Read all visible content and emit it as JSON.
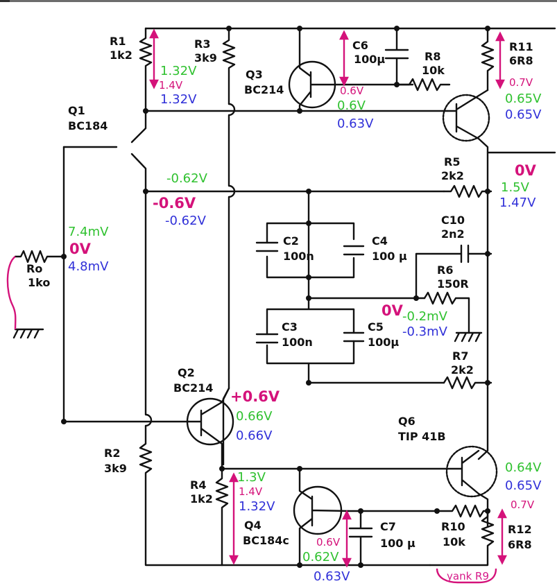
{
  "colors": {
    "wire": "#111111",
    "green": "#2fc12f",
    "blue": "#3030d8",
    "magenta": "#d4127a",
    "accent_magenta": "#d61a8a"
  },
  "components": {
    "r1_ref": "R1",
    "r1_val": "1k2",
    "r3_ref": "R3",
    "r3_val": "3k9",
    "q3_ref": "Q3",
    "q3_type": "BC214",
    "c6_ref": "C6",
    "c6_val": "100µ",
    "r8_ref": "R8",
    "r8_val": "10k",
    "r11_ref": "R11",
    "r11_val": "6R8",
    "q1_ref": "Q1",
    "q1_type": "BC184",
    "r5_ref": "R5",
    "r5_val": "2k2",
    "c10_ref": "C10",
    "c10_val": "2n2",
    "c2_ref": "C2",
    "c2_val": "100n",
    "c4_ref": "C4",
    "c4_val": "100 µ",
    "r6_ref": "R6",
    "r6_val": "150R",
    "ro_ref": "Ro",
    "ro_val": "1ko",
    "c3_ref": "C3",
    "c3_val": "100n",
    "c5_ref": "C5",
    "c5_val": "100µ",
    "r7_ref": "R7",
    "r7_val": "2k2",
    "q2_ref": "Q2",
    "q2_type": "BC214",
    "q6_ref": "Q6",
    "q6_type": "TIP 41B",
    "r2_ref": "R2",
    "r2_val": "3k9",
    "r4_ref": "R4",
    "r4_val": "1k2",
    "q4_ref": "Q4",
    "q4_type": "BC184c",
    "c7_ref": "C7",
    "c7_val": "100 µ",
    "r10_ref": "R10",
    "r10_val": "10k",
    "r12_ref": "R12",
    "r12_val": "6R8"
  },
  "voltages": {
    "r1_green": "1.32V",
    "r1_magenta": "1.4V",
    "r1_blue": "1.32V",
    "q3_magenta": "0.6V",
    "q3_green": "0.6V",
    "q3_blue": "0.63V",
    "r11_magenta": "0.7V",
    "r11_green": "0.65V",
    "r11_blue": "0.65V",
    "q1e_green": "-0.62V",
    "q1e_magenta": "-0.6V",
    "q1e_blue": "-0.62V",
    "out_magenta": "0V",
    "out_green": "1.5V",
    "out_blue": "1.47V",
    "in_green": "7.4mV",
    "in_magenta": "0V",
    "in_blue": "4.8mV",
    "mid_magenta": "0V",
    "mid_green": "-0.2mV",
    "mid_blue": "-0.3mV",
    "q2_magenta": "+0.6V",
    "q2_green": "0.66V",
    "q2_blue": "0.66V",
    "q6_green": "0.64V",
    "q6_blue": "0.65V",
    "r4_green": "1.3V",
    "r4_magenta": "1.4V",
    "r4_blue": "1.32V",
    "q4_magenta": "0.6V",
    "q4_green": "0.62V",
    "q4_blue": "0.63V",
    "r12_magenta": "0.7V"
  },
  "annotations": {
    "yank_r9": "yank R9"
  }
}
